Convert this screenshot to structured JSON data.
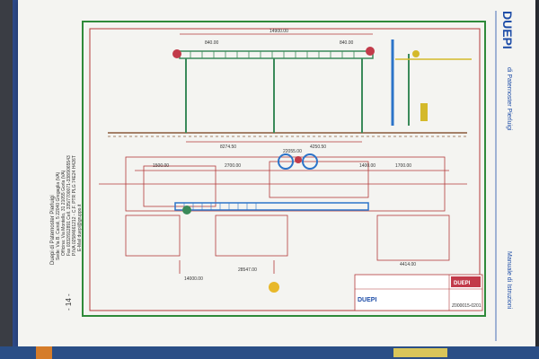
{
  "document": {
    "brand": "DUEPI",
    "brand_sub": "di Paternoster Pierluigi",
    "manual_title": "Manuale di Istruzioni",
    "page_number": "- 14 -",
    "colors": {
      "border_green": "#2f8a3a",
      "plan_red": "#b33a3a",
      "brand_blue": "#1f4ea8"
    }
  },
  "company_block": {
    "lines": [
      "Duepi di Paternoster Pierluigi",
      "Sede: Via B. Cairoli, 5 22040 Gregaglia (VA)",
      "Officina: Via Montello, 31 21055 Gorla (VA)",
      "Fax 0332/912891 Cell. 335/7700071-338/9065543",
      "P.IVA 02584661212 - C.F. PTR PLG 74E24 H426T",
      "E-Mail duepi@gruppo.it"
    ]
  },
  "title_block": {
    "logo": "DUEPI",
    "name": "DUEPI",
    "drawing_no": "Z000015-0201"
  },
  "dims": {
    "top_span": "14900.00",
    "top_left": "840.00",
    "top_right": "840.00",
    "pos_a": "8274.50",
    "pos_b": "4250.50",
    "plan_a": "22055.00",
    "plan_b": "1500.00",
    "plan_c": "2700.00",
    "plan_d": "1700.00",
    "plan_e": "1400.00",
    "bottom_a": "14000.00",
    "bottom_b": "28547.00",
    "bottom_c": "4414.00"
  }
}
